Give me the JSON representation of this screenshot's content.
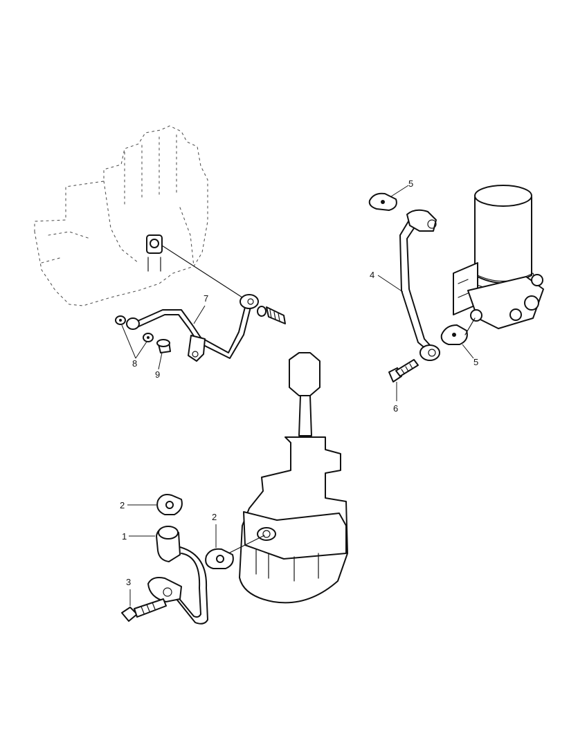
{
  "callouts": [
    {
      "id": "c1",
      "label": "1"
    },
    {
      "id": "c2a",
      "label": "2"
    },
    {
      "id": "c2b",
      "label": "2"
    },
    {
      "id": "c3",
      "label": "3"
    },
    {
      "id": "c4",
      "label": "4"
    },
    {
      "id": "c5a",
      "label": "5"
    },
    {
      "id": "c5b",
      "label": "5"
    },
    {
      "id": "c6",
      "label": "6"
    },
    {
      "id": "c7",
      "label": "7"
    },
    {
      "id": "c8",
      "label": "8"
    },
    {
      "id": "c9",
      "label": "9"
    }
  ]
}
